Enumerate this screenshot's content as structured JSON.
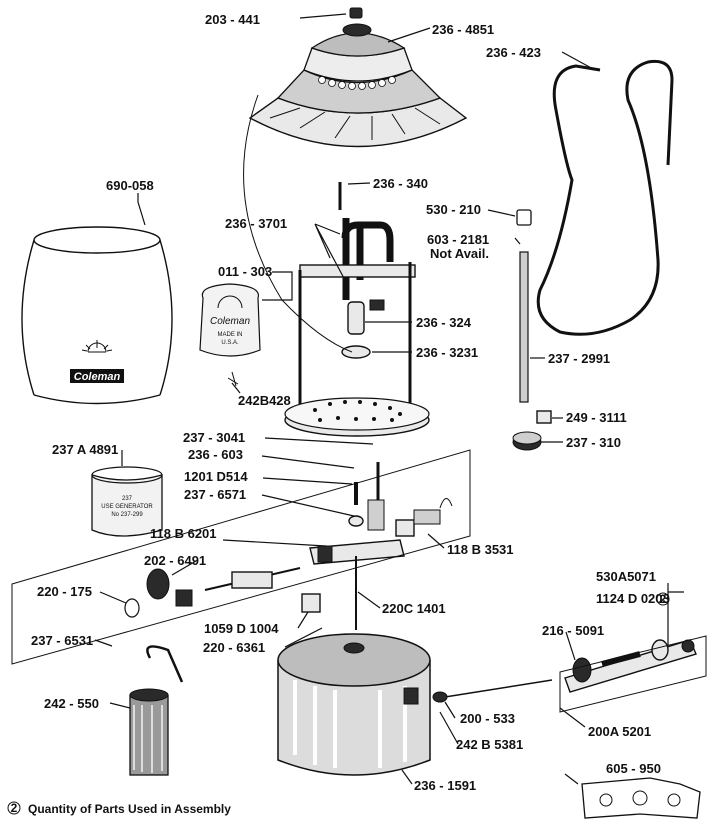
{
  "parts": [
    {
      "id": "p01",
      "label": "203 - 441"
    },
    {
      "id": "p02",
      "label": "236 - 4851"
    },
    {
      "id": "p03",
      "label": "236 - 423"
    },
    {
      "id": "p04",
      "label": "690-058"
    },
    {
      "id": "p05",
      "label": "236 - 340"
    },
    {
      "id": "p06",
      "label": "236 - 3701"
    },
    {
      "id": "p07",
      "label": "530 - 210"
    },
    {
      "id": "p08",
      "label": "603 - 2181"
    },
    {
      "id": "p09",
      "label": "011 - 303"
    },
    {
      "id": "p10",
      "label": "236 - 324"
    },
    {
      "id": "p11",
      "label": "236 - 3231"
    },
    {
      "id": "p12",
      "label": "237 - 2991"
    },
    {
      "id": "p13",
      "label": "242B428"
    },
    {
      "id": "p14",
      "label": "249 - 3111"
    },
    {
      "id": "p15",
      "label": "237 - 3041"
    },
    {
      "id": "p16",
      "label": "236 - 603"
    },
    {
      "id": "p17",
      "label": "237 - 310"
    },
    {
      "id": "p18",
      "label": "237 A 4891"
    },
    {
      "id": "p19",
      "label": "1201 D514"
    },
    {
      "id": "p20",
      "label": "237 - 6571"
    },
    {
      "id": "p21",
      "label": "118 B 6201"
    },
    {
      "id": "p22",
      "label": "118 B 3531"
    },
    {
      "id": "p23",
      "label": "202 - 6491"
    },
    {
      "id": "p24",
      "label": "220 - 175"
    },
    {
      "id": "p25",
      "label": "220C 1401"
    },
    {
      "id": "p26",
      "label": "530A5071"
    },
    {
      "id": "p27",
      "label": "1124 D 0203"
    },
    {
      "id": "p28",
      "label": "1059 D 1004"
    },
    {
      "id": "p29",
      "label": "220 - 6361"
    },
    {
      "id": "p30",
      "label": "216 - 5091"
    },
    {
      "id": "p31",
      "label": "237 - 6531"
    },
    {
      "id": "p32",
      "label": "242 - 550"
    },
    {
      "id": "p33",
      "label": "200 - 533"
    },
    {
      "id": "p34",
      "label": "200A 5201"
    },
    {
      "id": "p35",
      "label": "242 B 5381"
    },
    {
      "id": "p36",
      "label": "236 - 1591"
    },
    {
      "id": "p37",
      "label": "605 - 950"
    }
  ],
  "not_available": "Not Avail.",
  "quantity_marker": "2",
  "footnote": {
    "marker": "2",
    "text": "Quantity of Parts Used in Assembly"
  },
  "brand": "Coleman",
  "stamp": {
    "brand": "Coleman",
    "line1": "MADE IN",
    "line2": "U.S.A."
  },
  "heat_shield_text": {
    "line1": "237",
    "line2": "USE GENERATOR",
    "line3": "No 237-299"
  }
}
